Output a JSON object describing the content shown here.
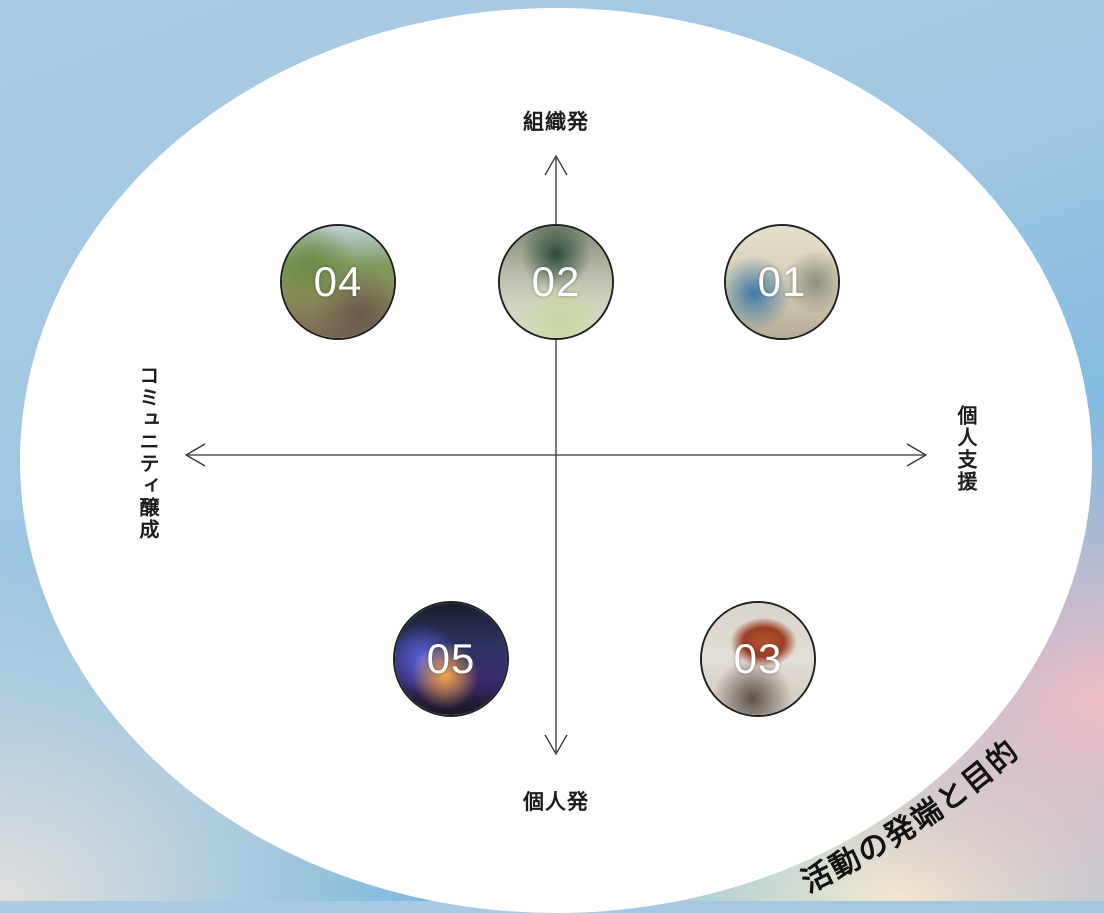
{
  "axes": {
    "top": "組織発",
    "bottom": "個人発",
    "left": "コミュニティ醸成",
    "right": "個人支援"
  },
  "nodes": [
    {
      "id": "04",
      "label": "04"
    },
    {
      "id": "02",
      "label": "02"
    },
    {
      "id": "01",
      "label": "01"
    },
    {
      "id": "05",
      "label": "05"
    },
    {
      "id": "03",
      "label": "03"
    }
  ],
  "title": "活動の発端と目的"
}
